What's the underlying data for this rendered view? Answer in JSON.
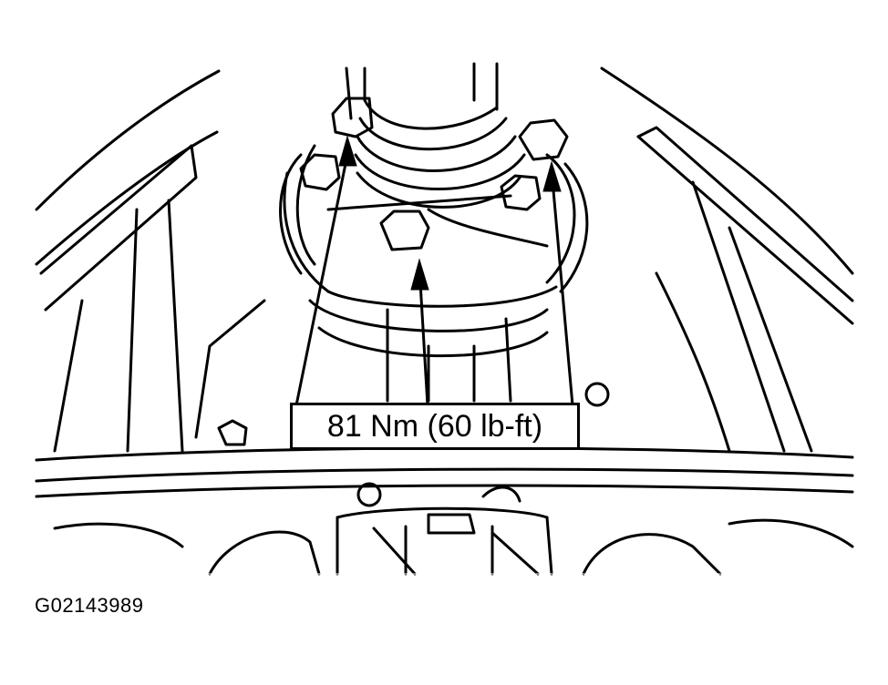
{
  "illustration": {
    "torque_callout": "81 Nm (60 lb-ft)",
    "figure_id": "G02143989",
    "colors": {
      "line": "#000000",
      "background": "#ffffff"
    },
    "callout_target_count": 3
  }
}
